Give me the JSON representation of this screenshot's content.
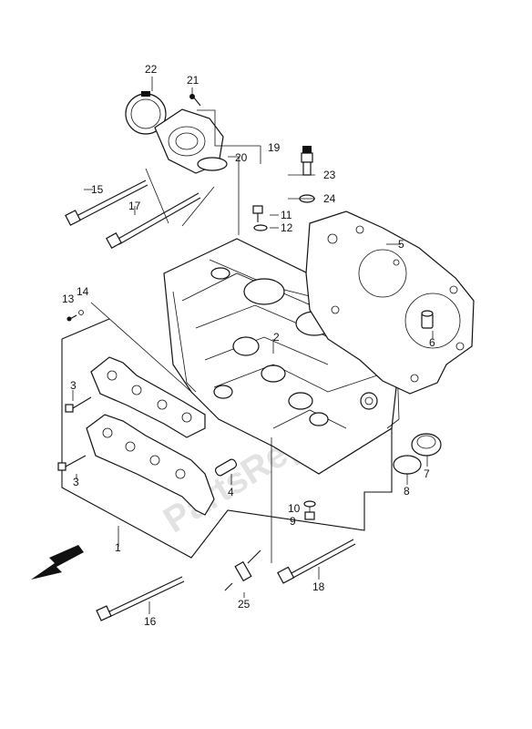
{
  "callouts": [
    {
      "id": "1",
      "label": "1"
    },
    {
      "id": "2",
      "label": "2"
    },
    {
      "id": "3a",
      "label": "3"
    },
    {
      "id": "3b",
      "label": "3"
    },
    {
      "id": "4",
      "label": "4"
    },
    {
      "id": "5",
      "label": "5"
    },
    {
      "id": "6",
      "label": "6"
    },
    {
      "id": "7",
      "label": "7"
    },
    {
      "id": "8",
      "label": "8"
    },
    {
      "id": "9",
      "label": "9"
    },
    {
      "id": "10",
      "label": "10"
    },
    {
      "id": "11",
      "label": "11"
    },
    {
      "id": "12",
      "label": "12"
    },
    {
      "id": "13",
      "label": "13"
    },
    {
      "id": "14",
      "label": "14"
    },
    {
      "id": "15",
      "label": "15"
    },
    {
      "id": "16",
      "label": "16"
    },
    {
      "id": "17",
      "label": "17"
    },
    {
      "id": "18",
      "label": "18"
    },
    {
      "id": "19",
      "label": "19"
    },
    {
      "id": "20",
      "label": "20"
    },
    {
      "id": "21",
      "label": "21"
    },
    {
      "id": "22",
      "label": "22"
    },
    {
      "id": "23",
      "label": "23"
    },
    {
      "id": "24",
      "label": "24"
    },
    {
      "id": "25",
      "label": "25"
    }
  ],
  "watermark": "PartsRepublik"
}
